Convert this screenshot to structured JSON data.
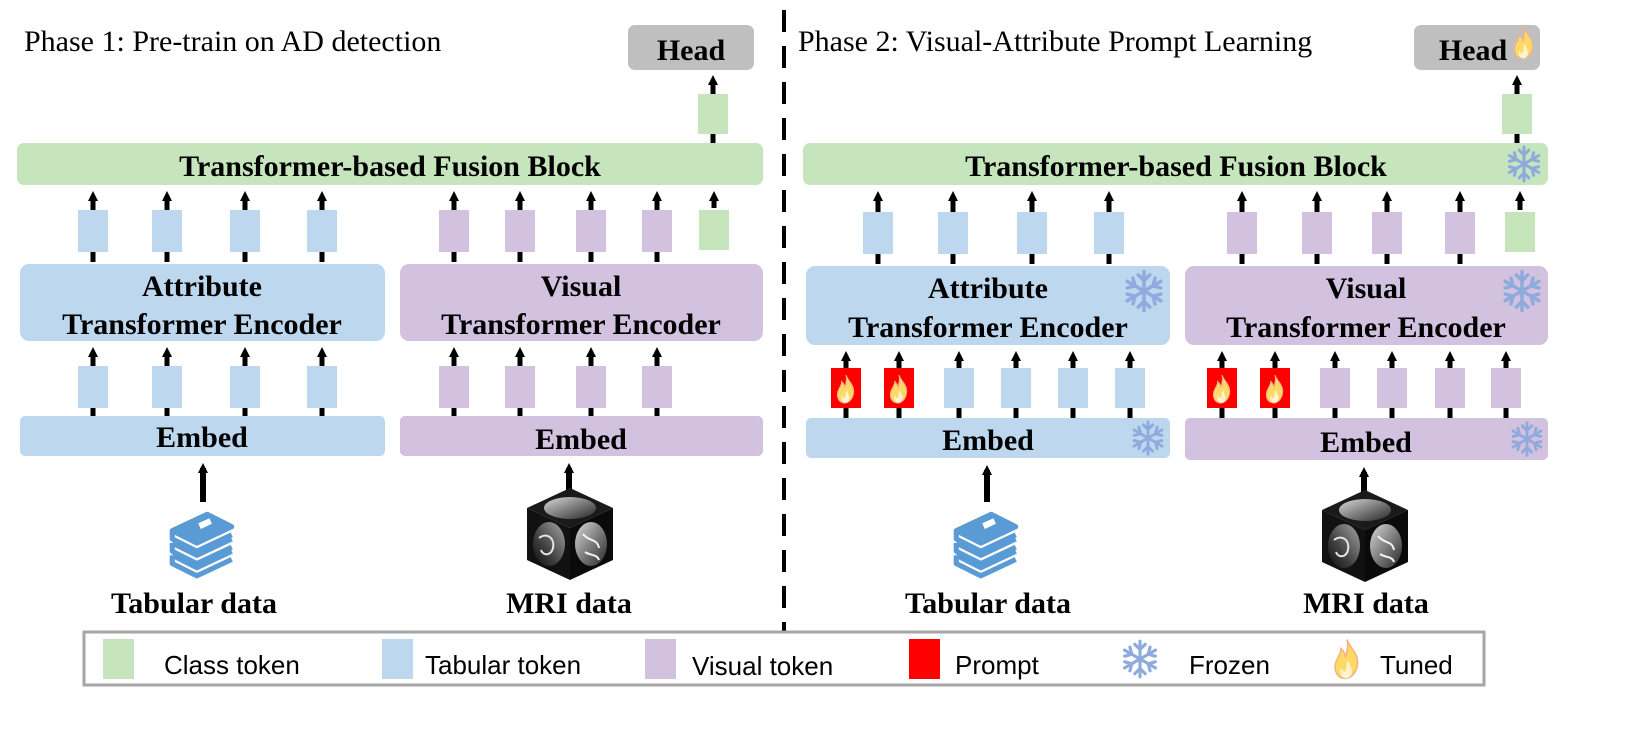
{
  "colors": {
    "class_token": "#c6e5bd",
    "tabular_token": "#bdd7ee",
    "visual_token": "#d2c1df",
    "prompt": "#ff0000",
    "frozen": "#8faadc",
    "tuned": "#ffd966",
    "head": "#bfbfbf",
    "arrow": "#000000"
  },
  "phase1": {
    "title": "Phase 1: Pre-train on AD detection",
    "head": "Head",
    "fusion": "Transformer-based Fusion Block",
    "attr_encoder": [
      "Attribute",
      "Transformer Encoder"
    ],
    "vis_encoder": [
      "Visual",
      "Transformer Encoder"
    ],
    "embed_tab": "Embed",
    "embed_mri": "Embed",
    "input_tab": "Tabular data",
    "input_mri": "MRI data"
  },
  "phase2": {
    "title": "Phase 2: Visual-Attribute Prompt Learning",
    "head": "Head",
    "fusion": "Transformer-based Fusion Block",
    "attr_encoder": [
      "Attribute",
      "Transformer Encoder"
    ],
    "vis_encoder": [
      "Visual",
      "Transformer Encoder"
    ],
    "embed_tab": "Embed",
    "embed_mri": "Embed",
    "input_tab": "Tabular data",
    "input_mri": "MRI data"
  },
  "legend": [
    {
      "label": "Class token",
      "kind": "class_token"
    },
    {
      "label": "Tabular token",
      "kind": "tabular_token"
    },
    {
      "label": "Visual token",
      "kind": "visual_token"
    },
    {
      "label": "Prompt",
      "kind": "prompt"
    },
    {
      "label": "Frozen",
      "kind": "snowflake-icon"
    },
    {
      "label": "Tuned",
      "kind": "flame-icon"
    }
  ]
}
